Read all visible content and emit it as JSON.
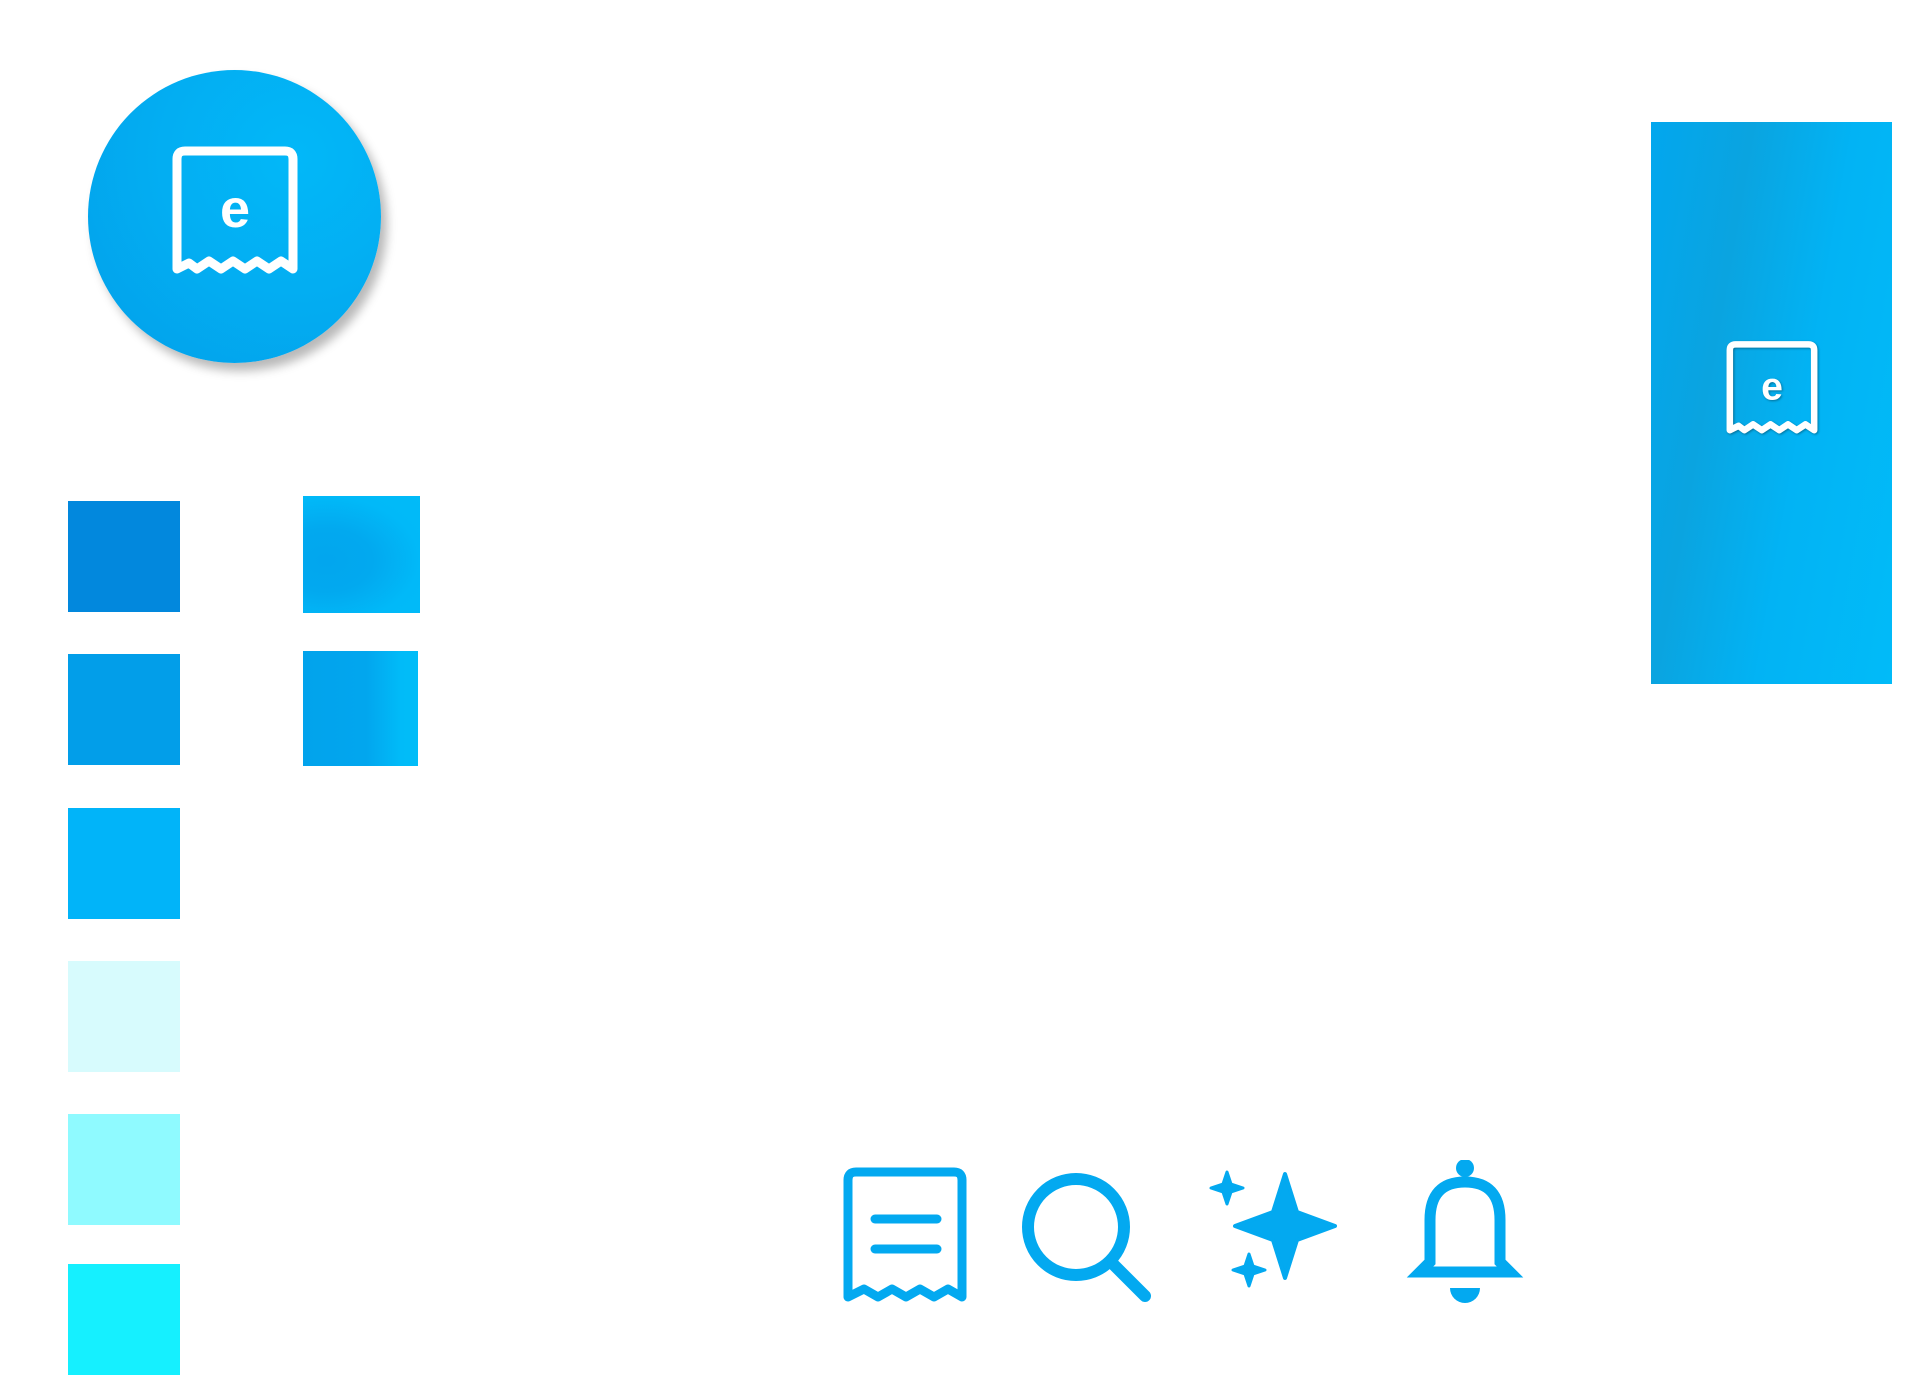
{
  "brand": {
    "logo_letter": "e",
    "primary_color": "#03a9f0"
  },
  "palette": {
    "swatches": [
      {
        "name": "swatch-1",
        "color": "#0288dd"
      },
      {
        "name": "swatch-2",
        "color": "#029ee9"
      },
      {
        "name": "swatch-3",
        "color": "#01b4f9"
      },
      {
        "name": "swatch-4",
        "color": "#d7fbfd"
      },
      {
        "name": "swatch-5",
        "color": "#8ffaff"
      },
      {
        "name": "swatch-6",
        "color": "#15f0ff"
      }
    ],
    "gradients": [
      {
        "name": "gradient-1",
        "from": "#02a6ee",
        "to": "#01bbf8"
      },
      {
        "name": "gradient-2",
        "from": "#02a3ec",
        "to": "#01bdf8"
      }
    ]
  },
  "icons": [
    "receipt-icon",
    "search-icon",
    "sparkles-icon",
    "bell-icon"
  ]
}
